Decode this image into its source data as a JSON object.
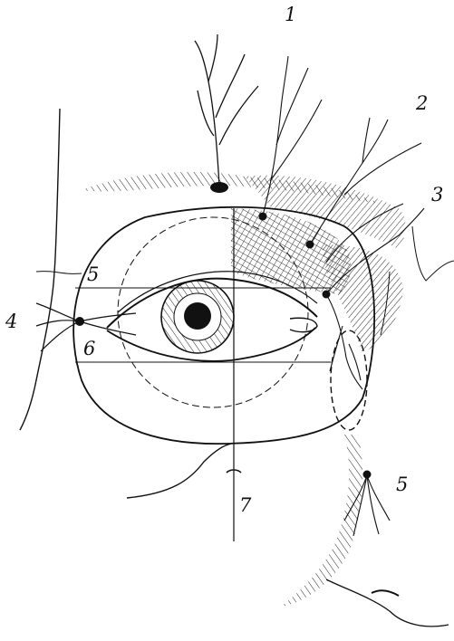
{
  "diagram": {
    "labels": [
      "1",
      "2",
      "3",
      "4",
      "5",
      "6",
      "7",
      "5"
    ],
    "ink_color": "#111111",
    "background": "#ffffff"
  }
}
